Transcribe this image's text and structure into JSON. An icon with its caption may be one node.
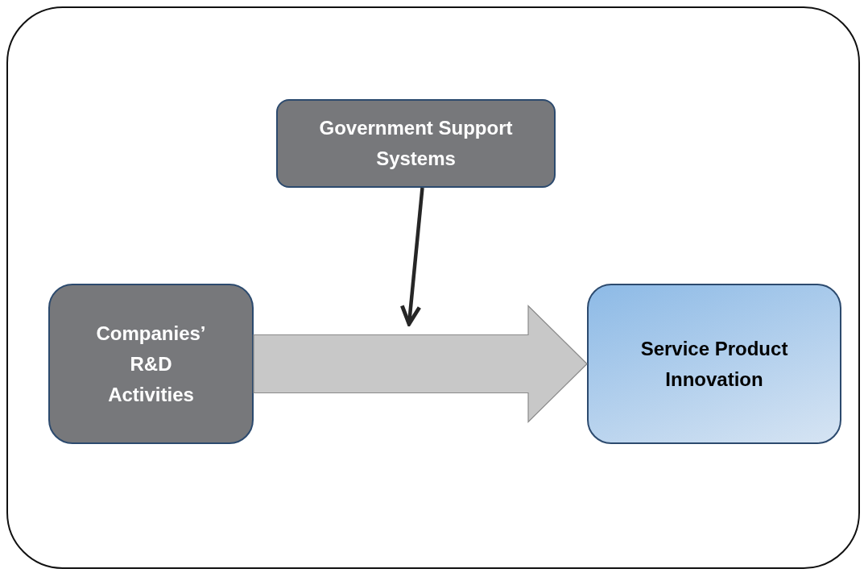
{
  "diagram": {
    "nodes": [
      {
        "text": [],
        "shape": "box"
      },
      {
        "text": [
          "Government Support Systems"
        ],
        "in": 0
      },
      {
        "text": [
          "Companies’ R&D Activities"
        ],
        "in": 0
      },
      {
        "text": [
          "Service Product Innovation"
        ],
        "in": 0
      }
    ],
    "edges": [
      {
        "from": 2,
        "to": 3,
        "arrow": "to",
        "style": "thick",
        "color": "#c8c8c8"
      },
      {
        "from": 1,
        "to": null,
        "arrow": "to"
      }
    ]
  }
}
